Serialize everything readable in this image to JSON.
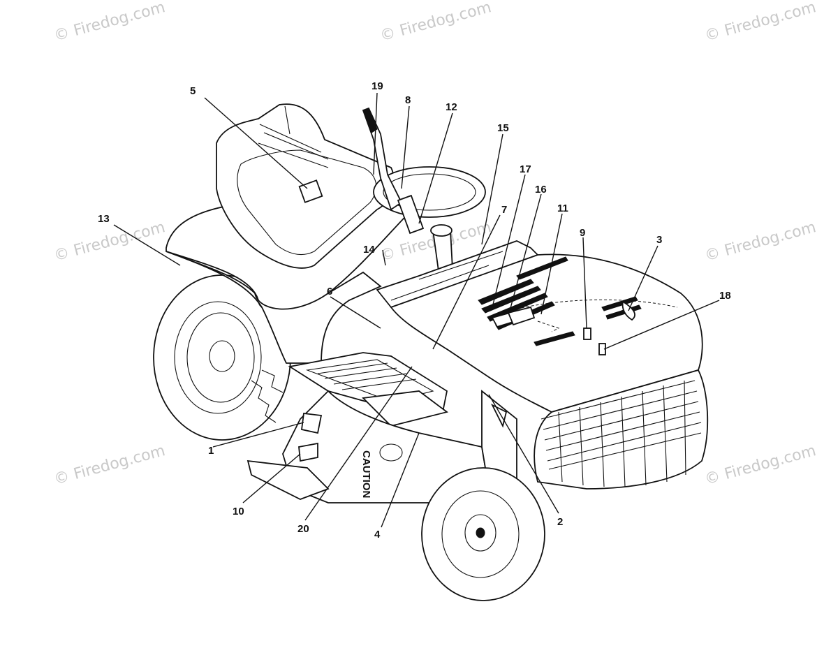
{
  "watermark": "© Firedog.com",
  "callouts": [
    {
      "id": "1",
      "label": "1"
    },
    {
      "id": "2",
      "label": "2"
    },
    {
      "id": "3",
      "label": "3"
    },
    {
      "id": "4",
      "label": "4"
    },
    {
      "id": "5",
      "label": "5"
    },
    {
      "id": "6",
      "label": "6"
    },
    {
      "id": "7",
      "label": "7"
    },
    {
      "id": "8",
      "label": "8"
    },
    {
      "id": "9",
      "label": "9"
    },
    {
      "id": "10",
      "label": "10"
    },
    {
      "id": "11",
      "label": "11"
    },
    {
      "id": "12",
      "label": "12"
    },
    {
      "id": "13",
      "label": "13"
    },
    {
      "id": "14",
      "label": "14"
    },
    {
      "id": "15",
      "label": "15"
    },
    {
      "id": "16",
      "label": "16"
    },
    {
      "id": "17",
      "label": "17"
    },
    {
      "id": "18",
      "label": "18"
    },
    {
      "id": "19",
      "label": "19"
    },
    {
      "id": "20",
      "label": "20"
    }
  ],
  "deck_caution_text": "CAUTION"
}
